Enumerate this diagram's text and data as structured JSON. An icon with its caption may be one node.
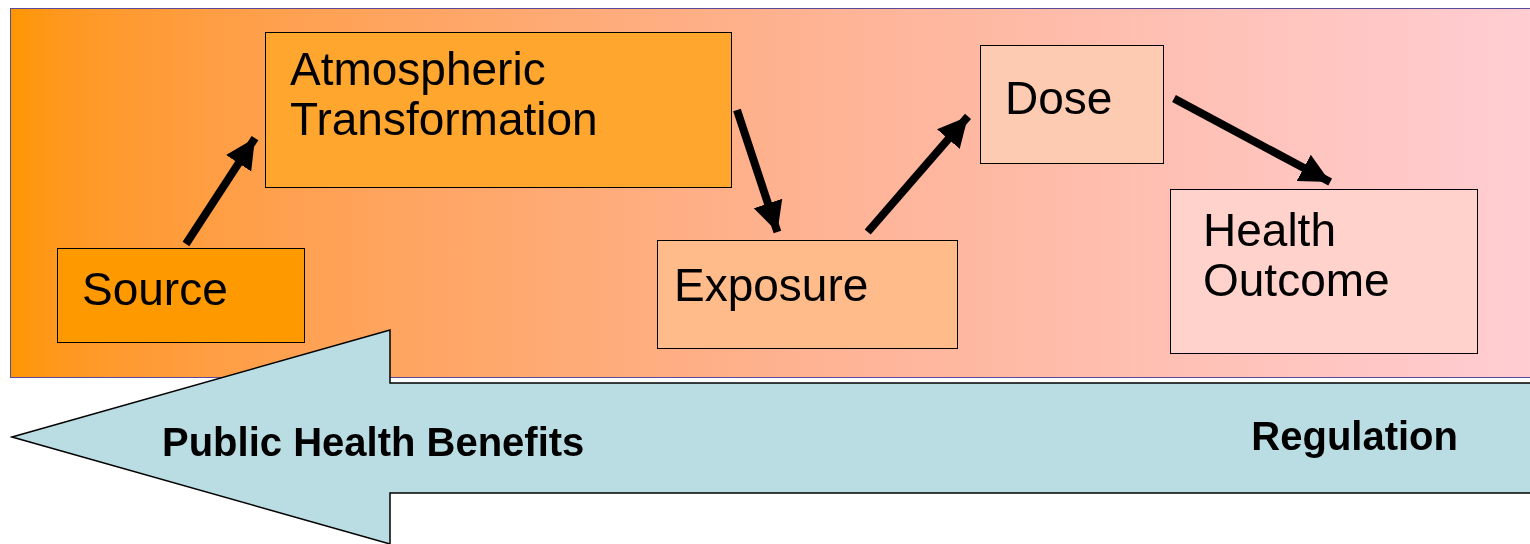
{
  "diagram": {
    "nodes": [
      {
        "text": [
          "Source"
        ]
      },
      {
        "text": [
          "Atmospheric Transformation"
        ]
      },
      {
        "text": [
          "Exposure"
        ]
      },
      {
        "text": [
          "Dose"
        ]
      },
      {
        "text": [
          "Health Outcome"
        ]
      },
      {
        "text": [
          "Public Health Benefits",
          "Regulation"
        ]
      }
    ],
    "edges": [
      {
        "from": 0,
        "to": 1,
        "arrow": "to"
      },
      {
        "from": 1,
        "to": 2,
        "arrow": "to"
      },
      {
        "from": 2,
        "to": 3,
        "arrow": "to"
      },
      {
        "from": 3,
        "to": 4,
        "arrow": "to"
      }
    ]
  }
}
